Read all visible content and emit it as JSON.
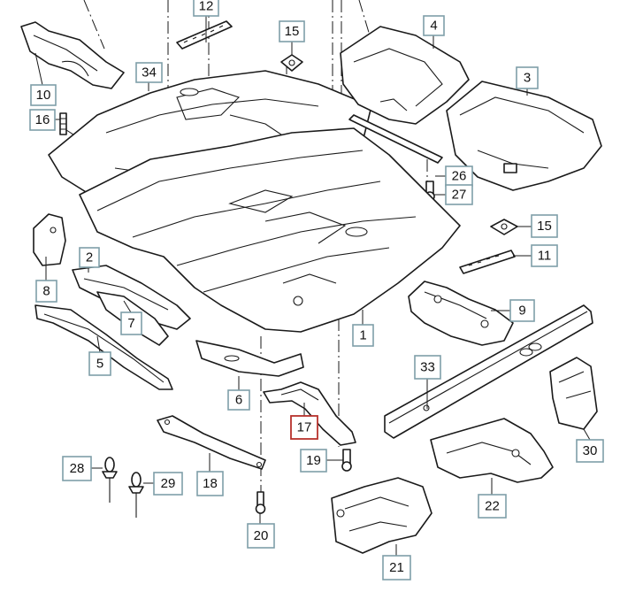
{
  "colors": {
    "callout_border": "#7f9ea8",
    "callout_highlight": "#b7312c",
    "line": "#1a1a1a",
    "background": "#ffffff"
  },
  "callouts": [
    {
      "id": "c12",
      "label": "12"
    },
    {
      "id": "c15a",
      "label": "15"
    },
    {
      "id": "c4",
      "label": "4"
    },
    {
      "id": "c34",
      "label": "34"
    },
    {
      "id": "c3",
      "label": "3"
    },
    {
      "id": "c10",
      "label": "10"
    },
    {
      "id": "c16",
      "label": "16"
    },
    {
      "id": "c26",
      "label": "26"
    },
    {
      "id": "c27",
      "label": "27"
    },
    {
      "id": "c15b",
      "label": "15"
    },
    {
      "id": "c11",
      "label": "11"
    },
    {
      "id": "c2",
      "label": "2"
    },
    {
      "id": "c8",
      "label": "8"
    },
    {
      "id": "c9",
      "label": "9"
    },
    {
      "id": "c7",
      "label": "7"
    },
    {
      "id": "c1",
      "label": "1"
    },
    {
      "id": "c33",
      "label": "33"
    },
    {
      "id": "c5",
      "label": "5"
    },
    {
      "id": "c6",
      "label": "6"
    },
    {
      "id": "c17",
      "label": "17",
      "highlighted": true
    },
    {
      "id": "c30",
      "label": "30"
    },
    {
      "id": "c19",
      "label": "19"
    },
    {
      "id": "c28",
      "label": "28"
    },
    {
      "id": "c29",
      "label": "29"
    },
    {
      "id": "c18",
      "label": "18"
    },
    {
      "id": "c22",
      "label": "22"
    },
    {
      "id": "c20",
      "label": "20"
    },
    {
      "id": "c21",
      "label": "21"
    }
  ]
}
